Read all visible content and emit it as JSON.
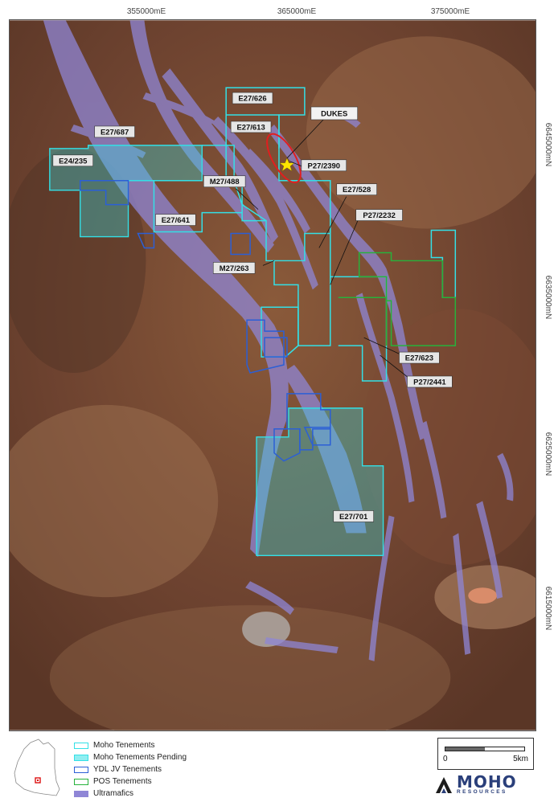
{
  "grid_labels": {
    "easting": [
      "355000mE",
      "365000mE",
      "375000mE"
    ],
    "northing": [
      "6645000mN",
      "6635000mN",
      "6625000mN",
      "6615000mN"
    ]
  },
  "tenements": {
    "e27_626": "E27/626",
    "e27_613": "E27/613",
    "e27_687": "E27/687",
    "e24_235": "E24/235",
    "p27_2390": "P27/2390",
    "m27_488": "M27/488",
    "e27_528": "E27/528",
    "e27_641": "E27/641",
    "p27_2232": "P27/2232",
    "m27_263": "M27/263",
    "e27_623": "E27/623",
    "p27_2441": "P27/2441",
    "e27_701": "E27/701"
  },
  "prospect": "DUKES",
  "legend": [
    {
      "label": "Moho Tenements",
      "color": "#33e0e6"
    },
    {
      "label": "Moho Tenements Pending",
      "color": "#33e0e6"
    },
    {
      "label": "YDL JV Tenements",
      "color": "#2b5fd6"
    },
    {
      "label": "POS Tenements",
      "color": "#27b23b"
    },
    {
      "label": "Ultramafics",
      "color": "#8f86d6"
    }
  ],
  "scalebar": {
    "start": "0",
    "end": "5km"
  },
  "logo": {
    "main": "MOHO",
    "sub": "RESOURCES"
  }
}
